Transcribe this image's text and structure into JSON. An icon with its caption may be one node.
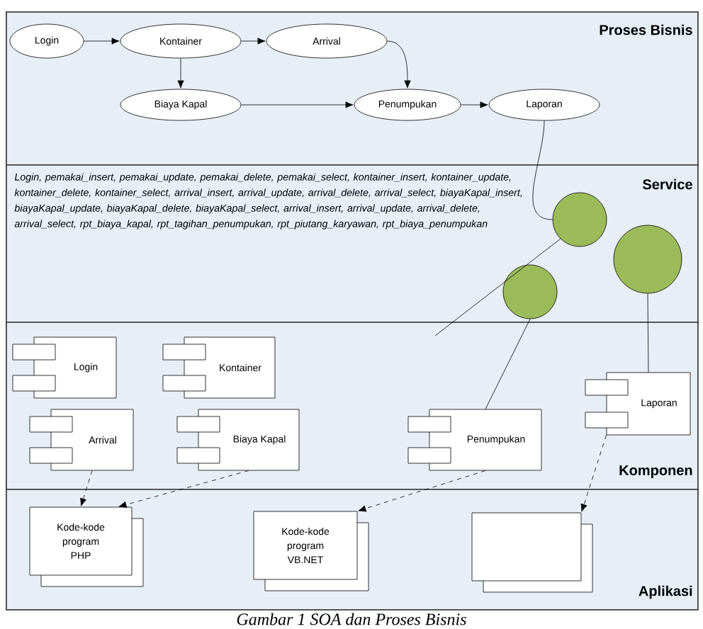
{
  "diagram": {
    "caption": "Gambar 1 SOA dan Proses Bisnis",
    "nodes": [
      {
        "text": [
          "Proses Bisnis"
        ]
      },
      {
        "text": [
          "Login"
        ],
        "in": 0
      },
      {
        "text": [
          "Kontainer"
        ],
        "in": 0
      },
      {
        "text": [
          "Arrival"
        ],
        "in": 0
      },
      {
        "text": [
          "Biaya Kapal"
        ],
        "in": 0
      },
      {
        "text": [
          "Penumpukan"
        ],
        "in": 0
      },
      {
        "text": [
          "Laporan"
        ],
        "in": 0
      },
      {
        "text": [
          "Login, pemakai_insert, pemakai_update, pemakai_delete, pemakai_select, kontainer_insert, kontainer_update, kontainer_delete, kontainer_select, arrival_insert, arrival_update, arrival_delete, arrival_select, biayaKapal_insert, biayaKapal_update, biayaKapal_delete, biayaKapal_select, arrival_insert, arrival_update, arrival_delete, arrival_select, rpt_biaya_kapal, rpt_tagihan_penumpukan, rpt_piutang_karyawan, rpt_biaya_penumpukan",
          "Service"
        ]
      },
      {
        "text": [],
        "shape": "circle",
        "in": 7
      },
      {
        "text": [],
        "shape": "circle",
        "in": 7
      },
      {
        "text": [],
        "shape": "circle",
        "in": 7
      },
      {
        "text": [
          "Komponen"
        ]
      },
      {
        "text": [
          "Login"
        ],
        "in": 11
      },
      {
        "text": [
          "Kontainer"
        ],
        "in": 11
      },
      {
        "text": [
          "Arrival"
        ],
        "in": 11
      },
      {
        "text": [
          "Biaya Kapal"
        ],
        "in": 11
      },
      {
        "text": [
          "Penumpukan"
        ],
        "in": 11
      },
      {
        "text": [
          "Laporan"
        ],
        "in": 11
      },
      {
        "text": [
          "Aplikasi"
        ]
      },
      {
        "text": [
          "Kode-kode program PHP"
        ],
        "in": 18
      },
      {
        "text": [
          "Kode-kode program VB.NET"
        ],
        "in": 18
      },
      {
        "text": [],
        "shape": "box",
        "in": 18
      }
    ],
    "edges": [
      {
        "from": 1,
        "to": 2,
        "arrow": "to"
      },
      {
        "from": 2,
        "to": 3,
        "arrow": "to"
      },
      {
        "from": 2,
        "to": 4,
        "arrow": "to"
      },
      {
        "from": 3,
        "to": 5,
        "arrow": "to"
      },
      {
        "from": 4,
        "to": 5,
        "arrow": "to"
      },
      {
        "from": 5,
        "to": 6,
        "arrow": "to"
      },
      {
        "from": 6,
        "to": 8,
        "arrow": "none"
      },
      {
        "from": 8,
        "to": null,
        "arrow": "none"
      },
      {
        "from": 9,
        "to": 16,
        "arrow": "none"
      },
      {
        "from": 10,
        "to": 17,
        "arrow": "none"
      },
      {
        "from": 14,
        "to": 19,
        "arrow": "to",
        "style": "dashed"
      },
      {
        "from": 15,
        "to": 19,
        "arrow": "to",
        "style": "dashed"
      },
      {
        "from": 16,
        "to": 20,
        "arrow": "to",
        "style": "dashed"
      },
      {
        "from": 17,
        "to": 21,
        "arrow": "to",
        "style": "dashed"
      }
    ]
  }
}
